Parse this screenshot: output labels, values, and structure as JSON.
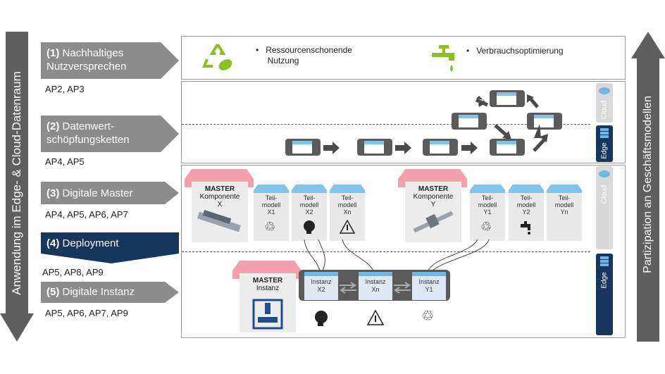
{
  "left_arrow_label": "Anwendung im Edge- & Cloud-Datenraum",
  "right_arrow_label": "Partizipation an Geschäftsmodellen",
  "steps": [
    {
      "num": "(1)",
      "line1": "Nachhaltiges",
      "line2": "Nutzversprechen",
      "aps": "AP2, AP3"
    },
    {
      "num": "(2)",
      "line1": "Datenwert-",
      "line2": "schöpfungsketten",
      "aps": "AP4, AP5"
    },
    {
      "num": "(3)",
      "line1": "Digitale Master",
      "line2": "",
      "aps": "AP4, AP5, AP6, AP7"
    },
    {
      "num": "(4)",
      "line1": "Deployment",
      "line2": "",
      "aps": "AP5, AP8, AP9"
    },
    {
      "num": "(5)",
      "line1": "Digitale Instanz",
      "line2": "",
      "aps": "AP5, AP6, AP7, AP9"
    }
  ],
  "row1": {
    "bullet1_line1": "Ressourcenschonende",
    "bullet1_line2": "Nutzung",
    "bullet2": "Verbrauchsoptimierung"
  },
  "badges": {
    "cloud": "Cloud",
    "edge": "Edge"
  },
  "masters": {
    "master_word": "MASTER",
    "x_line1": "Komponente",
    "x_line2": "X",
    "y_line1": "Komponente",
    "y_line2": "Y",
    "instanz": "Instanz"
  },
  "teilmodelle": [
    {
      "l1": "Teil-",
      "l2": "modell",
      "l3": "X1"
    },
    {
      "l1": "Teil-",
      "l2": "modell",
      "l3": "X2"
    },
    {
      "l1": "Teil-",
      "l2": "modell",
      "l3": "Xn"
    },
    {
      "l1": "Teil-",
      "l2": "modell",
      "l3": "Y1"
    },
    {
      "l1": "Teil-",
      "l2": "modell",
      "l3": "Y2"
    },
    {
      "l1": "Teil-",
      "l2": "modell",
      "l3": "Yn"
    }
  ],
  "instanzen": [
    {
      "l1": "Instanz",
      "l2": "X2"
    },
    {
      "l1": "Instanz",
      "l2": "Xn"
    },
    {
      "l1": "Instanz",
      "l2": "Y1"
    }
  ],
  "colors": {
    "grey_chevron": "#8c8c8c",
    "deployment": "#16365c",
    "cloud_blue": "#7fc4ec",
    "master_pink": "#f3a2ad",
    "green_icon": "#8cbf26"
  }
}
